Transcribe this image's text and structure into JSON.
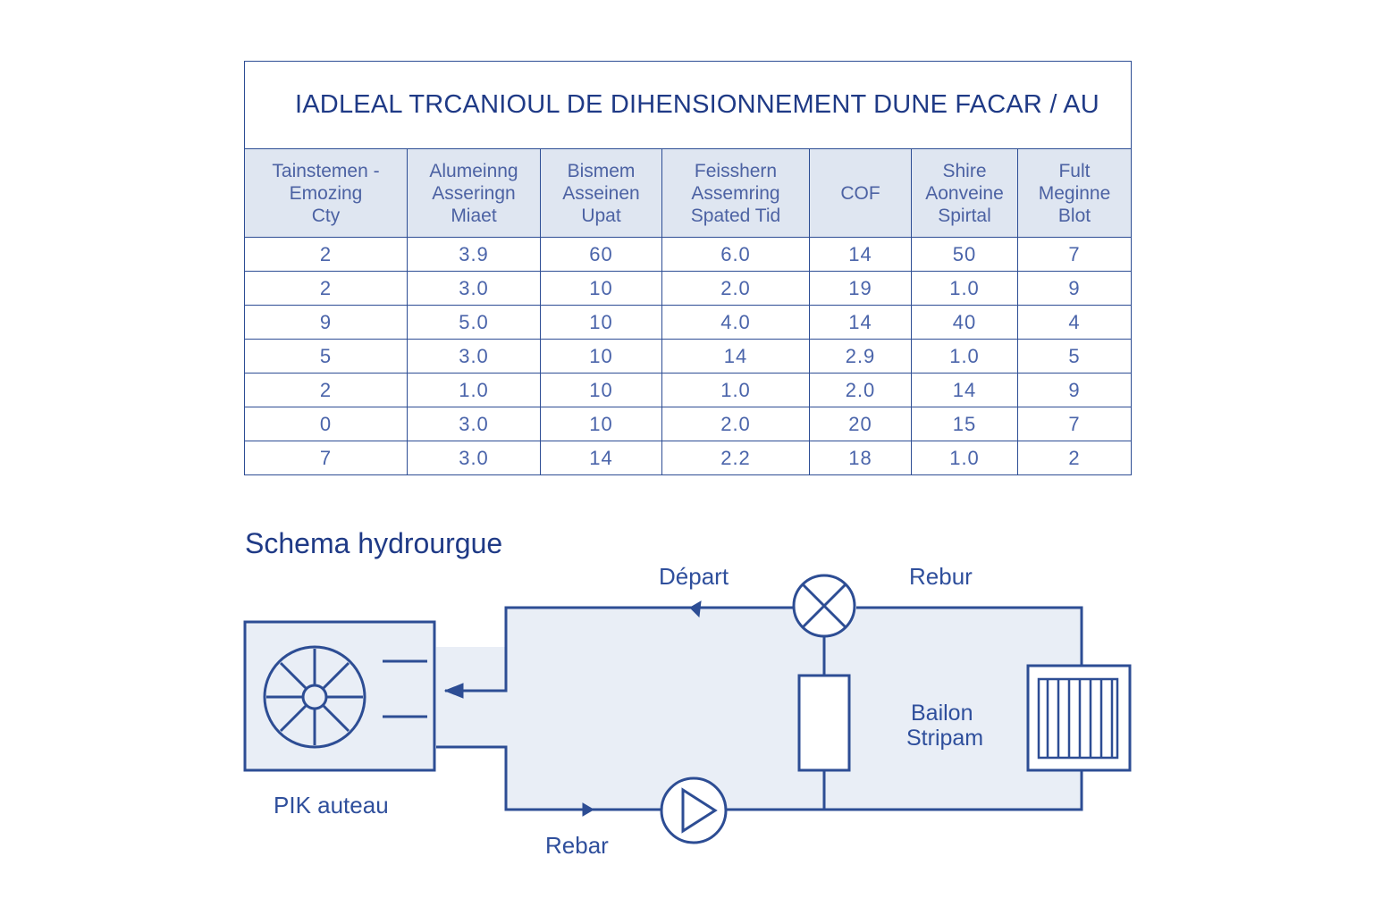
{
  "table": {
    "title": "IADLEAL TRCANIOUL DE DIHENSIONNEMENT DUNE FACAR / AU",
    "headers": [
      [
        "Tainstemen -",
        "Emozing",
        "Cty"
      ],
      [
        "Alumeinng",
        "Asseringn",
        "Miaet"
      ],
      [
        "Bismem",
        "Asseinen",
        "Upat"
      ],
      [
        "Feisshern",
        "Assemring",
        "Spated  Tid"
      ],
      [
        "COF"
      ],
      [
        "Shire",
        "Aonveine",
        "Spirtal"
      ],
      [
        "Fult",
        "Meginne",
        "Blot"
      ]
    ],
    "rows": [
      [
        "2",
        "3.9",
        "60",
        "6.0",
        "14",
        "50",
        "7"
      ],
      [
        "2",
        "3.0",
        "10",
        "2.0",
        "19",
        "1.0",
        "9"
      ],
      [
        "9",
        "5.0",
        "10",
        "4.0",
        "14",
        "40",
        "4"
      ],
      [
        "5",
        "3.0",
        "10",
        "14",
        "2.9",
        "1.0",
        "5"
      ],
      [
        "2",
        "1.0",
        "10",
        "1.0",
        "2.0",
        "14",
        "9"
      ],
      [
        "0",
        "3.0",
        "10",
        "2.0",
        "20",
        "15",
        "7"
      ],
      [
        "7",
        "3.0",
        "14",
        "2.2",
        "18",
        "1.0",
        "2"
      ]
    ]
  },
  "schema": {
    "title": "Schema hydrourgue",
    "labels": {
      "depart": "Départ",
      "rebur": "Rebur",
      "bailon_line1": "Bailon",
      "bailon_line2": "Stripam",
      "outdoor_unit": "PIK  auteau",
      "rebar": "Rebar"
    }
  },
  "colors": {
    "line": "#2d4d94",
    "text_dark": "#1f3a86",
    "text_light": "#4a64aa",
    "header_bg": "#dfe6f1",
    "fill_light": "#e9eef6"
  },
  "icons": {
    "outdoor_unit": "fan-icon",
    "valve": "mixing-valve-icon",
    "pump": "pump-icon",
    "radiator": "radiator-icon",
    "tank": "tank-icon"
  }
}
